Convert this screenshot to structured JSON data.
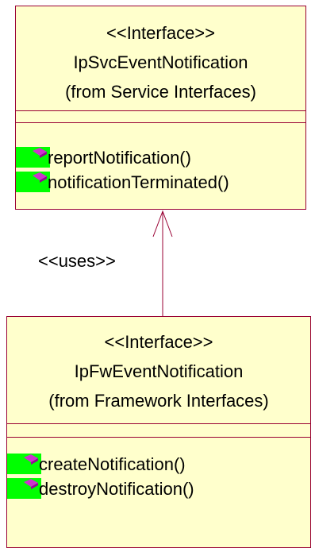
{
  "interfaces": [
    {
      "stereotype": "<<Interface>>",
      "name": "IpSvcEventNotification",
      "origin": "(from Service Interfaces)",
      "operations": [
        {
          "icon": "operation-icon",
          "label": "reportNotification()"
        },
        {
          "icon": "operation-icon",
          "label": "notificationTerminated()"
        }
      ]
    },
    {
      "stereotype": "<<Interface>>",
      "name": "IpFwEventNotification",
      "origin": "(from Framework Interfaces)",
      "operations": [
        {
          "icon": "operation-icon",
          "label": "createNotification()"
        },
        {
          "icon": "operation-icon",
          "label": "destroyNotification()"
        }
      ]
    }
  ],
  "relationship": {
    "label": "<<uses>>"
  },
  "colors": {
    "class_fill": "#ffffcc",
    "class_border": "#990033",
    "icon_bg": "#00ff00",
    "icon_diamond": "#cc33cc"
  }
}
